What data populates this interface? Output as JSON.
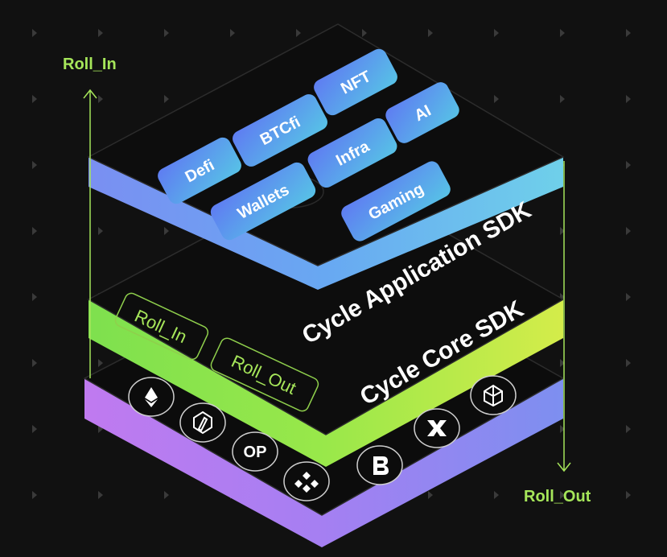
{
  "axis": {
    "roll_in_label": "Roll_In",
    "roll_out_label": "Roll_Out"
  },
  "top_layer": {
    "title": "Cycle Application SDK",
    "tiles": [
      "NFT",
      "AI",
      "BTCfi",
      "Infra",
      "Defi",
      "Wallets",
      "Gaming"
    ]
  },
  "middle_layer": {
    "title": "Cycle Core SDK",
    "pills": [
      "Roll_In",
      "Roll_Out"
    ]
  },
  "bottom_layer": {
    "icons": [
      {
        "name": "ethereum-icon",
        "text": ""
      },
      {
        "name": "arbitrum-icon",
        "text": ""
      },
      {
        "name": "optimism-icon",
        "text": "OP"
      },
      {
        "name": "bnb-icon",
        "text": ""
      },
      {
        "name": "base-icon",
        "text": ""
      },
      {
        "name": "mantle-icon",
        "text": ""
      },
      {
        "name": "cube-icon",
        "text": ""
      }
    ]
  },
  "colors": {
    "background": "#111111",
    "accent_green": "#a6e65a",
    "top_band": "#6aa9f0",
    "middle_band": "#9be84a",
    "bottom_band": "#b07af0",
    "tile": "#6b8cf4"
  }
}
